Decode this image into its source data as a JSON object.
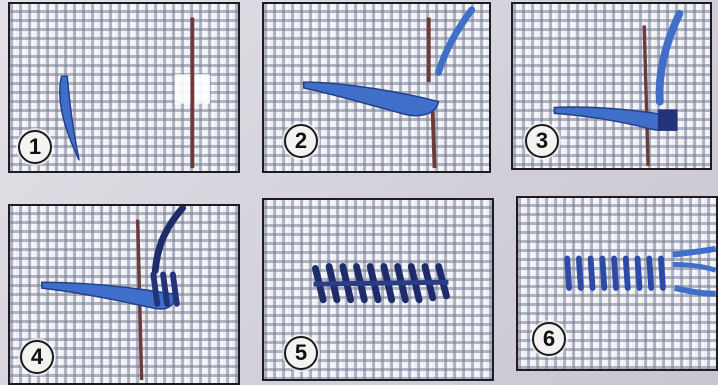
{
  "steps": [
    {
      "number": "1"
    },
    {
      "number": "2"
    },
    {
      "number": "3"
    },
    {
      "number": "4"
    },
    {
      "number": "5"
    },
    {
      "number": "6"
    }
  ],
  "colors": {
    "thread_blue": "#3f6fc8",
    "thread_dark": "#1f2c6a",
    "needle": "#6a3b3a",
    "fabric": "#eef0f4",
    "grid": "#787d96"
  }
}
